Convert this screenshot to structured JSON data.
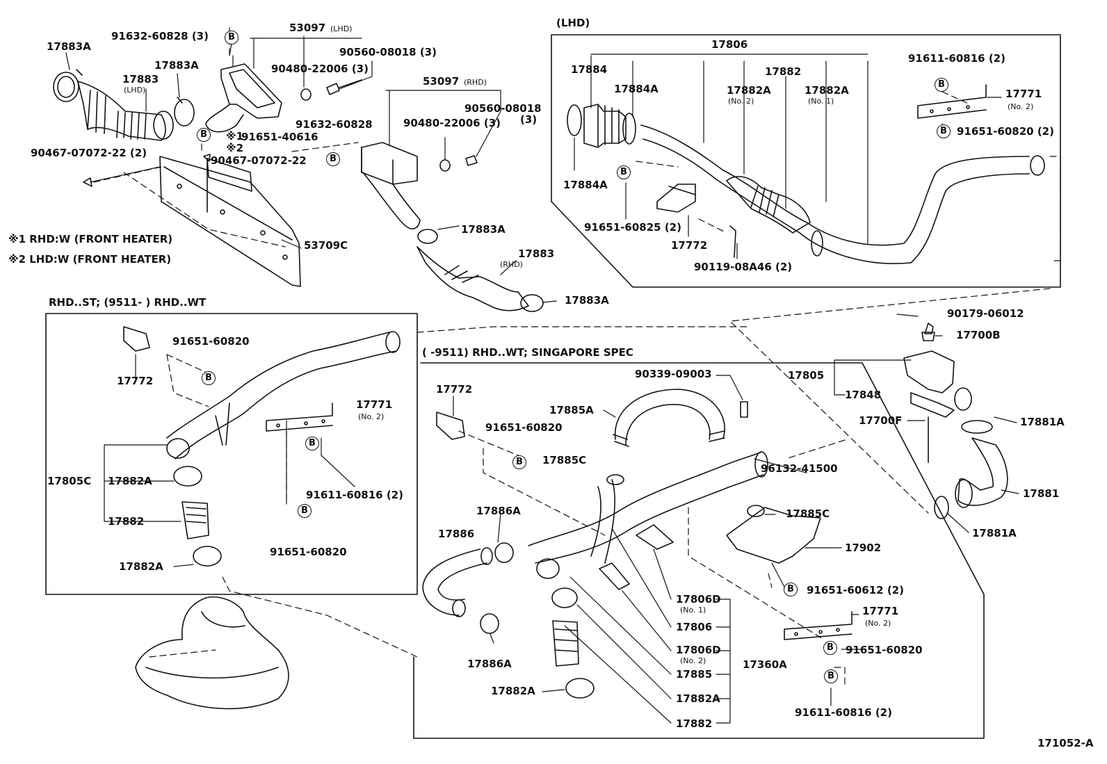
{
  "diagram": {
    "figure_id": "171052-A",
    "section_titles": {
      "lhd": "(LHD)",
      "rhd_st": "RHD..ST; (9511-        ) RHD..WT",
      "singapore": "(        -9511) RHD..WT; SINGAPORE SPEC"
    },
    "notes": {
      "note1": "※1  RHD:W (FRONT  HEATER)",
      "note2": "※2  LHD:W (FRONT  HEATER)"
    },
    "symbols": {
      "b": "B",
      "mark1": "※1",
      "mark2": "※2"
    },
    "labels": {
      "p17883a_1": "17883A",
      "p91632_60828_3": "91632-60828 (3)",
      "p53097_lhd": "53097",
      "p53097_lhd_sub": "(LHD)",
      "p17883a_2": "17883A",
      "p17883_lhd": "17883",
      "p17883_lhd_sub": "(LHD)",
      "p90560_08018_3": "90560-08018 (3)",
      "p90480_22006_3": "90480-22006 (3)",
      "p91651_40616": "91651-40616",
      "p90467_2": "90467-07072-22 (2)",
      "p90467": "90467-07072-22",
      "p91632_60828": "91632-60828",
      "p53097_rhd": "53097",
      "p53097_rhd_sub": "(RHD)",
      "p90560_rhd": "90560-08018",
      "p90560_rhd_qty": "(3)",
      "p90480_rhd": "90480-22006 (3)",
      "p17883a_3": "17883A",
      "p53709c": "53709C",
      "p17883_rhd": "17883",
      "p17883_rhd_sub": "(RHD)",
      "p17883a_4": "17883A",
      "l17806": "17806",
      "l17884": "17884",
      "l17884a_1": "17884A",
      "l17882": "17882",
      "l17882a_no2": "17882A",
      "l17882a_no2_sub": "(No. 2)",
      "l17882a_no1": "17882A",
      "l17882a_no1_sub": "(No. 1)",
      "l91611_60816_2": "91611-60816 (2)",
      "l17771": "17771",
      "l17771_sub": "(No. 2)",
      "l91651_60820_2": "91651-60820 (2)",
      "l17884a_2": "17884A",
      "l91651_60825_2": "91651-60825 (2)",
      "l17772": "17772",
      "l90119": "90119-08A46 (2)",
      "r90179": "90179-06012",
      "r17700b": "17700B",
      "r17805": "17805",
      "r17848": "17848",
      "r17700f": "17700F",
      "r17881a_1": "17881A",
      "r17881": "17881",
      "r17881a_2": "17881A",
      "m17772": "17772",
      "m91651_60820": "91651-60820",
      "m17771": "17771",
      "m17771_sub": "(No. 2)",
      "m17805c": "17805C",
      "m17882a_1": "17882A",
      "m17882": "17882",
      "m17882a_2": "17882A",
      "m91611": "91611-60816 (2)",
      "m91651_b": "91651-60820",
      "s17772": "17772",
      "s91651_60820": "91651-60820",
      "s90339": "90339-09003",
      "s17885a": "17885A",
      "s17885c_1": "17885C",
      "s96132": "96132-41500",
      "s17886a_1": "17886A",
      "s17886": "17886",
      "s17885c_2": "17885C",
      "s17902": "17902",
      "s91651_60612": "91651-60612 (2)",
      "s17806d_no1": "17806D",
      "s17806d_no1_sub": "(No. 1)",
      "s17806": "17806",
      "s17771": "17771",
      "s17771_sub": "(No. 2)",
      "s17806d_no2": "17806D",
      "s17806d_no2_sub": "(No. 2)",
      "s17360a": "17360A",
      "s91651_60820_b": "91651-60820",
      "s17886a_2": "17886A",
      "s17885": "17885",
      "s17882a": "17882A",
      "s17882a_2": "17882A",
      "s17882": "17882",
      "s91611": "91611-60816 (2)"
    }
  }
}
